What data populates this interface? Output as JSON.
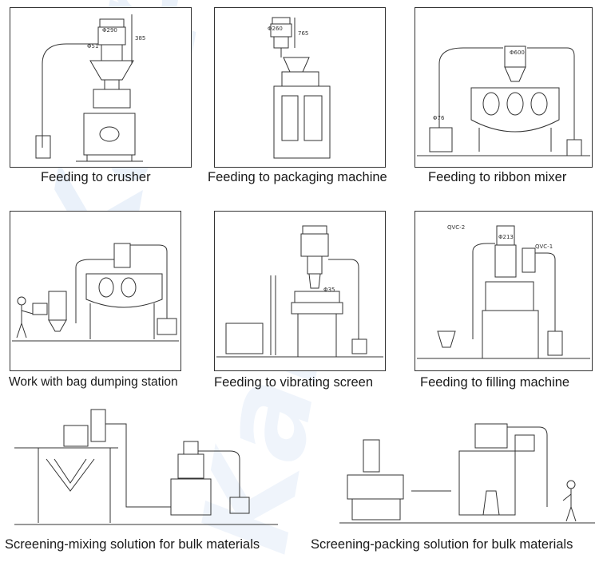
{
  "panels": [
    {
      "caption": "Feeding to crusher",
      "dims": {
        "dia": "Φ290",
        "height": "385",
        "inlet": "Φ51"
      }
    },
    {
      "caption": "Feeding to packaging machine",
      "dims": {
        "dia": "Φ260",
        "height": "765"
      }
    },
    {
      "caption": "Feeding to ribbon mixer",
      "dims": {
        "dia": "Φ600",
        "inlet": "Φ76"
      }
    },
    {
      "caption": "Work with bag dumping station"
    },
    {
      "caption": "Feeding to vibrating screen",
      "dims": {
        "dia": "Φ35"
      }
    },
    {
      "caption": "Feeding to filling machine",
      "dims": {
        "qvc2": "QVC-2",
        "dia": "Φ213",
        "qvc1": "QVC-1"
      }
    },
    {
      "caption": "Screening-mixing solution for bulk materials"
    },
    {
      "caption": "Screening-packing solution for bulk materials"
    }
  ],
  "watermark": {
    "text": "Karp",
    "color": "#3f7fd0"
  }
}
